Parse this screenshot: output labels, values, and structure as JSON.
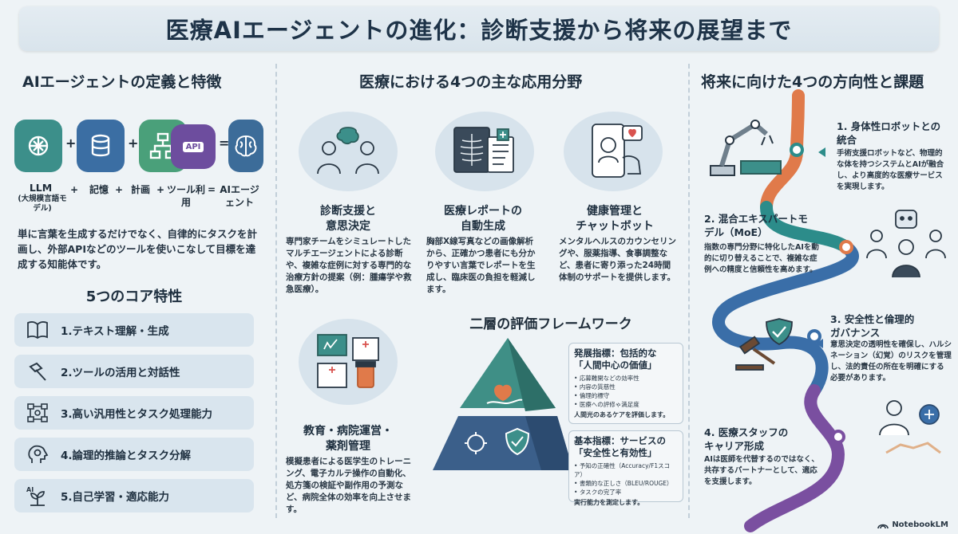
{
  "title": "医療AIエージェントの進化：診断支援から将来の展望まで",
  "left": {
    "heading": "AIエージェントの定義と特徴",
    "formula": {
      "llm": "LLM",
      "llm_sub": "(大規模言語モデル)",
      "plus1": "+",
      "memory": "記憶",
      "plus2": "+",
      "plan": "計画",
      "plus3": "+",
      "tool": "ツール利用",
      "equals": "=",
      "result": "AIエージェント",
      "api_label": "API"
    },
    "description": "単に言葉を生成するだけでなく、自律的にタスクを計画し、外部APIなどのツールを使いこなして目標を達成する知能体です。",
    "core_heading": "5つのコア特性",
    "core_items": [
      {
        "label": "1.テキスト理解・生成",
        "icon": "book-icon"
      },
      {
        "label": "2.ツールの活用と対話性",
        "icon": "hammer-icon"
      },
      {
        "label": "3.高い汎用性とタスク処理能力",
        "icon": "flow-icon"
      },
      {
        "label": "4.論理的推論とタスク分解",
        "icon": "head-gear-icon"
      },
      {
        "label": "5.自己学習・適応能力",
        "icon": "ai-sprout-icon"
      }
    ]
  },
  "middle": {
    "heading": "医療における4つの主な応用分野",
    "apps": [
      {
        "title": "診断支援と\n意思決定",
        "desc": "専門家チームをシミュレートしたマルチエージェントによる診断や、複雑な症例に対する専門的な治療方針の提案（例：腫瘍学や救急医療）。"
      },
      {
        "title": "医療レポートの\n自動生成",
        "desc": "胸部X線写真などの画像解析から、正確かつ患者にも分かりやすい言葉でレポートを生成し、臨床医の負担を軽減します。"
      },
      {
        "title": "健康管理と\nチャットボット",
        "desc": "メンタルヘルスのカウンセリングや、服薬指導、食事調整など、患者に寄り添った24時間体制のサポートを提供します。"
      },
      {
        "title": "教育・病院運営・\n薬剤管理",
        "desc": "模擬患者による医学生のトレーニング、電子カルテ操作の自動化、処方箋の検証や副作用の予測など、病院全体の効率を向上させます。"
      }
    ],
    "eval_heading": "二層の評価フレームワーク",
    "eval_top": {
      "heading": "発展指標：包括的な\n「人間中心の価値」",
      "items": [
        "応募難開などの効率性",
        "内容の質慈性",
        "倫理的標守",
        "医療への評修ゃ満足度"
      ],
      "foot": "人間光のあるケアを評価します。"
    },
    "eval_bottom": {
      "heading": "基本指標：サービスの\n「安全性と有効性」",
      "items": [
        "予知の正確性（Accuracy/F1スコア）",
        "書類的な正しさ（BLEU/ROUGE）",
        "タスクの完了率"
      ],
      "foot": "実行能力を測定します。"
    }
  },
  "right": {
    "heading": "将来に向けた4つの方向性と課題",
    "dirs": [
      {
        "title": "1. 身体性ロボットとの\n統合",
        "desc": "手術支援ロボットなど、物理的な体を持つシステムとAIが融合し、より高度的な医療サービスを実現します。"
      },
      {
        "title": "2. 混合エキスパートモ\nデル（MoE）",
        "desc": "指数の専門分野に特化したAIを動的に切り替えることで、複雑な症例への精度と信頼性を高めます。"
      },
      {
        "title": "3. 安全性と倫理的\nガバナンス",
        "desc": "意思決定の透明性を確保し、ハルシネーション（幻覚）のリスクを管理し、法的責任の所在を明確にする必要があります。"
      },
      {
        "title": "4. 医療スタッフの\nキャリア形成",
        "desc": "AIは医師を代替するのではなく、共存するパートナーとして、適応を支援します。"
      }
    ],
    "road_colors": [
      "#e07a4a",
      "#2c8c8a",
      "#3a6ea8",
      "#7a4fa0"
    ]
  },
  "brand": "NotebookLM"
}
